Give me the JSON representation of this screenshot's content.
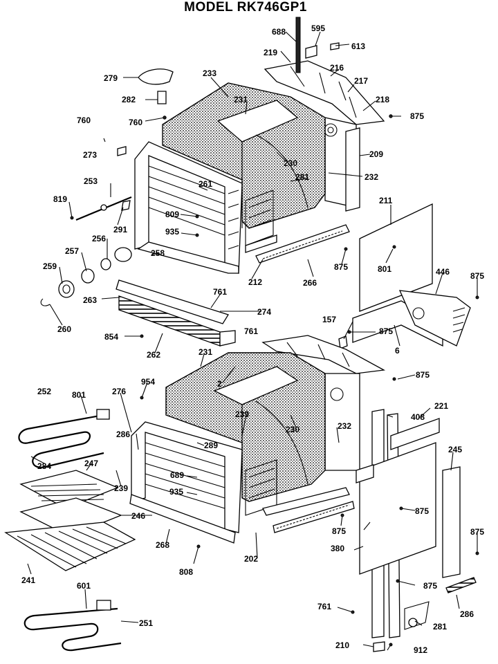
{
  "diagram": {
    "title": "MODEL RK746GP1",
    "callouts": [
      "688",
      "595",
      "613",
      "219",
      "216",
      "217",
      "218",
      "875",
      "279",
      "233",
      "231",
      "282",
      "760",
      "760",
      "273",
      "230",
      "209",
      "232",
      "281",
      "261",
      "253",
      "819",
      "809",
      "935",
      "291",
      "211",
      "256",
      "257",
      "258",
      "801",
      "266",
      "212",
      "875",
      "446",
      "875",
      "259",
      "263",
      "761",
      "274",
      "260",
      "761",
      "157",
      "875",
      "854",
      "262",
      "6",
      "231",
      "875",
      "954",
      "2",
      "276",
      "252",
      "801",
      "221",
      "408",
      "239",
      "230",
      "232",
      "286",
      "289",
      "245",
      "284",
      "247",
      "689",
      "239",
      "935",
      "875",
      "246",
      "875",
      "875",
      "268",
      "202",
      "808",
      "241",
      "601",
      "761",
      "286",
      "251",
      "281",
      "210",
      "912",
      "380",
      "875"
    ]
  }
}
